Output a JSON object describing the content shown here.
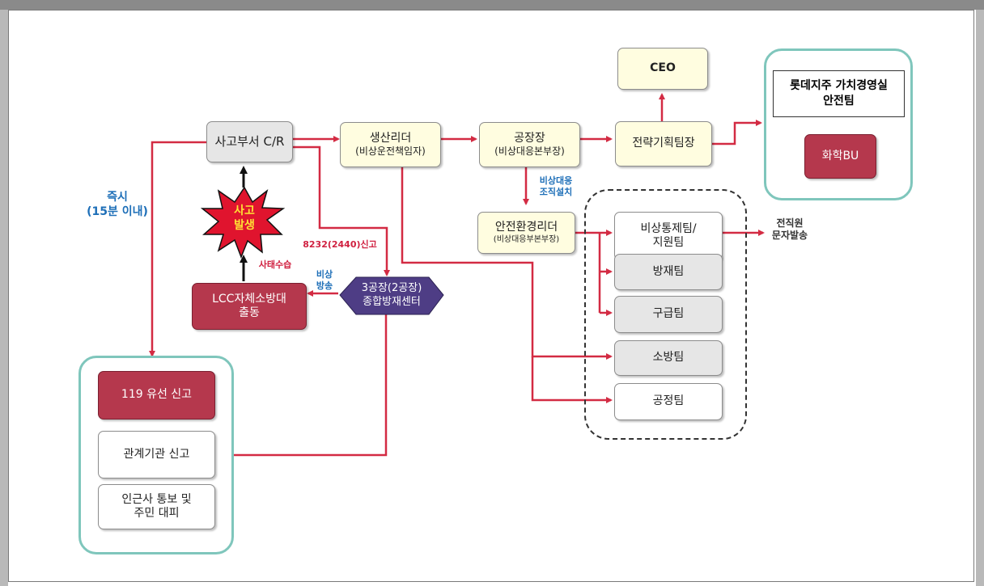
{
  "nodes": {
    "ceo": "CEO",
    "lotte_holdings": "롯데지주 가치경영실\n안전팀",
    "chemical_bu": "화학BU",
    "accident_dept": "사고부서 C/R",
    "production_leader": "생산리더",
    "production_leader_sub": "(비상운전책임자)",
    "plant_manager": "공장장",
    "plant_manager_sub": "(비상대응본부장)",
    "strategy_leader": "전략기획팀장",
    "safety_leader": "안전환경리더",
    "safety_leader_sub": "(비상대응부본부장)",
    "accident_occurred": "사고\n발생",
    "lcc_fire": "LCC자체소방대\n출동",
    "disaster_center": "3공장(2공장)\n종합방재센터",
    "emergency_control_team": "비상통제팀/\n지원팀",
    "prevention_team": "방재팀",
    "rescue_team": "구급팀",
    "firefighting_team": "소방팀",
    "process_team": "공정팀",
    "report_119": "119 유선 신고",
    "report_agencies": "관계기관 신고",
    "notify_neighbors": "인근사 통보 및\n주민 대피"
  },
  "labels": {
    "immediate": "즉시\n(15분 이내)",
    "report_call": "8232(2440)신고",
    "situation_control": "사태수습",
    "emergency_broadcast": "비상\n방송",
    "emergency_org": "비상대응\n조직설치",
    "all_staff_sms": "전직원\n문자발송"
  },
  "colors": {
    "arrow": "#d32b43",
    "group_border": "#7fc6bc",
    "box_yellow": "#fffde0",
    "box_red": "#b5384d",
    "hex_fill": "#4e3d85",
    "label_blue": "#1e6fb8",
    "label_red": "#d02040"
  }
}
